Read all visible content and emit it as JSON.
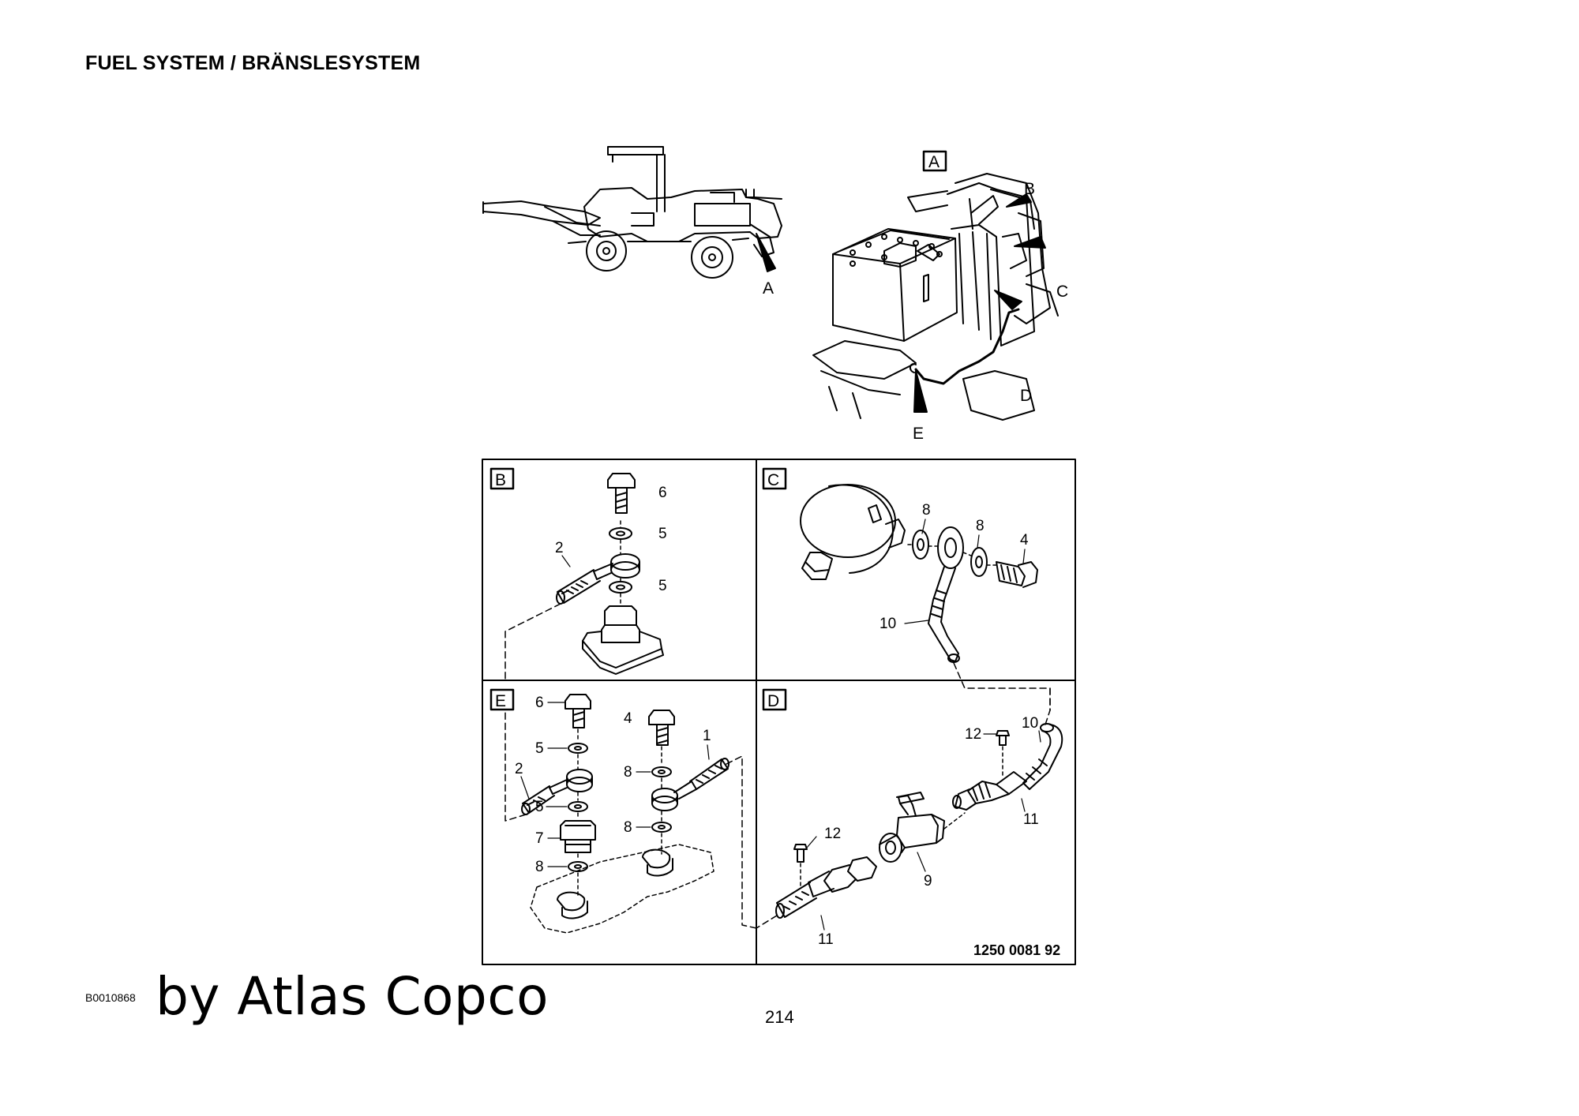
{
  "title": "FUEL SYSTEM / BRÄNSLESYSTEM",
  "overview": {
    "location_label": "A"
  },
  "detail_a": {
    "box_label": "A",
    "pointers": [
      "B",
      "C",
      "D",
      "E"
    ]
  },
  "panel_b": {
    "box_label": "B",
    "items": [
      "6",
      "5",
      "2",
      "5"
    ]
  },
  "panel_c": {
    "box_label": "C",
    "items": [
      "8",
      "8",
      "4",
      "10"
    ]
  },
  "panel_e": {
    "box_label": "E",
    "items": [
      "6",
      "4",
      "5",
      "1",
      "2",
      "8",
      "5",
      "8",
      "7",
      "8"
    ]
  },
  "panel_d": {
    "box_label": "D",
    "items": [
      "12",
      "10",
      "11",
      "12",
      "9",
      "11"
    ]
  },
  "drawing_number": "1250 0081 92",
  "image_code": "B0010868",
  "brand": "by Atlas Copco",
  "page_number": "214"
}
